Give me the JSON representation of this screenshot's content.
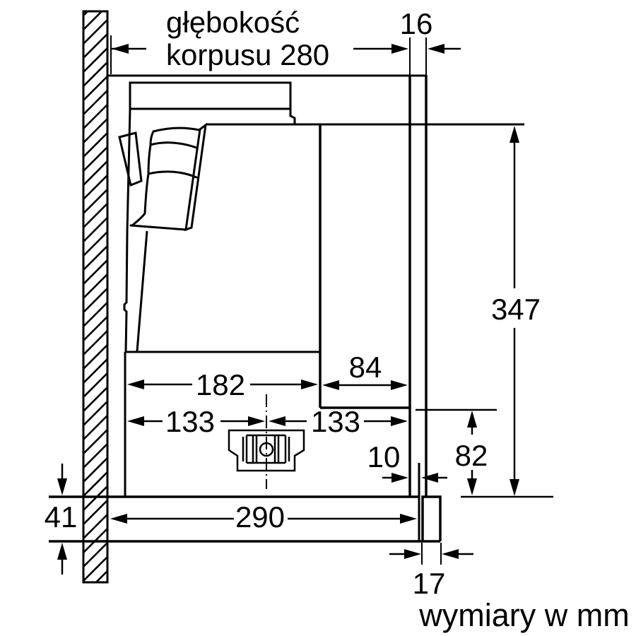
{
  "page": {
    "background": "#ffffff",
    "line_color": "#000000"
  },
  "note": {
    "text": "wymiary w mm"
  },
  "dims": {
    "body_depth_line1": "głębokość",
    "body_depth_line2": "korpusu 280",
    "panel_thickness": "16",
    "total_height": "347",
    "rear_depth": "84",
    "body_inner_width": "182",
    "center_to_left": "133",
    "center_to_right": "133",
    "panel_offset": "10",
    "lower_section_height": "82",
    "bar_width": "290",
    "bar_height": "41",
    "strip_depth": "17"
  }
}
